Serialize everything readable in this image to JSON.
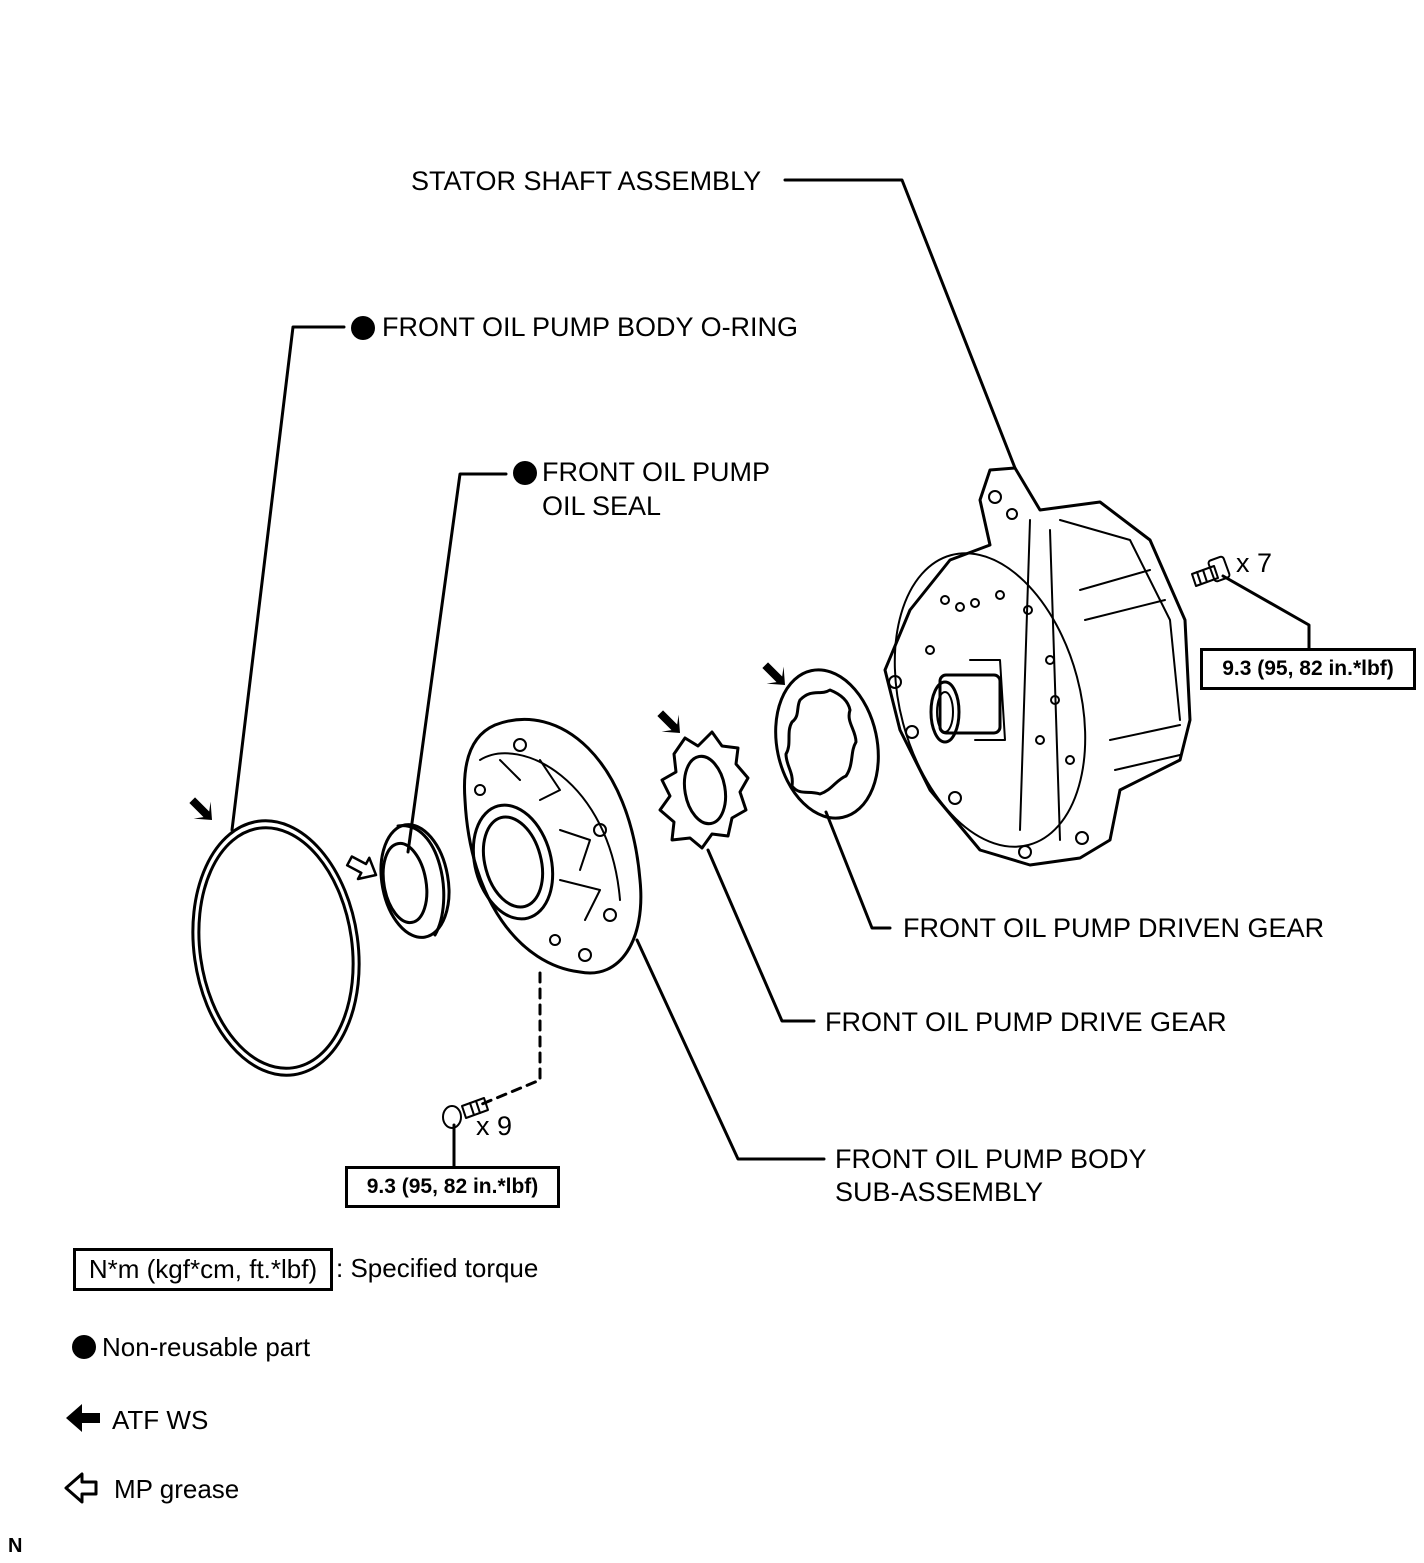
{
  "labels": {
    "stator_shaft": "STATOR SHAFT ASSEMBLY",
    "o_ring": "FRONT OIL PUMP BODY O-RING",
    "oil_seal_line1": "FRONT OIL PUMP",
    "oil_seal_line2": "OIL SEAL",
    "driven_gear": "FRONT OIL PUMP DRIVEN GEAR",
    "drive_gear": "FRONT OIL PUMP DRIVE GEAR",
    "body_line1": "FRONT OIL PUMP BODY",
    "body_line2": "SUB-ASSEMBLY"
  },
  "bolts": {
    "right_count": "x 7",
    "right_torque": "9.3 (95, 82 in.*lbf)",
    "bottom_count": "x 9",
    "bottom_torque": "9.3 (95, 82 in.*lbf)"
  },
  "legend": {
    "torque_box": "N*m (kgf*cm, ft.*lbf)",
    "torque_text": ": Specified torque",
    "non_reusable": "Non-reusable part",
    "atf": "ATF WS",
    "grease": "MP grease"
  },
  "corner_mark": "N"
}
